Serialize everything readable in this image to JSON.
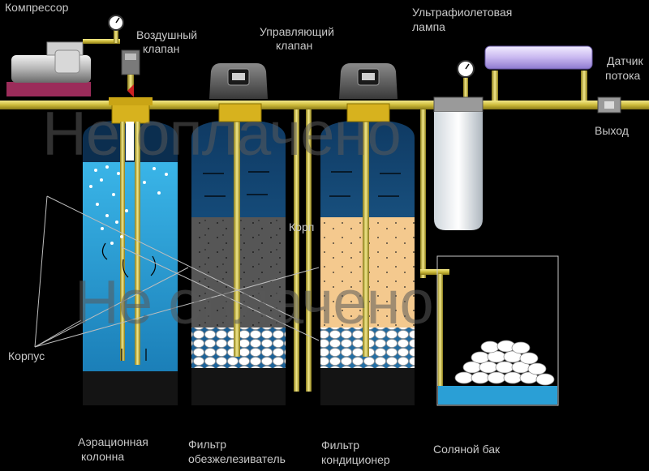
{
  "labels": {
    "compressor": "Компрессор",
    "air_valve_1": "Воздушный",
    "air_valve_2": "клапан",
    "control_valve_1": "Управляющий",
    "control_valve_2": "клапан",
    "uv_lamp_1": "Ультрафиолетовая",
    "uv_lamp_2": "лампа",
    "flow_sensor_1": "Датчик",
    "flow_sensor_2": "потока",
    "outlet": "Выход",
    "housing": "Корпус",
    "housing_partial": "Корп",
    "aeration_1": "Аэрационная",
    "aeration_2": "колонна",
    "iron_filter_1": "Фильтр",
    "iron_filter_2": "обезжелезиватель",
    "conditioner_1": "Фильтр",
    "conditioner_2": "кондиционер",
    "brine_tank": "Соляной бак"
  },
  "watermark": "Не оплачено",
  "colors": {
    "pipe": "#d8c84a",
    "water": "#2a9fd6",
    "black_band": "#111111",
    "background": "#000000"
  }
}
